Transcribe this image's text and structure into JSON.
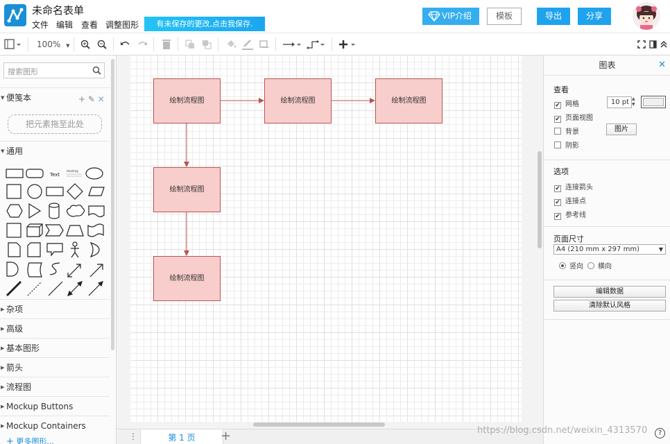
{
  "app": {
    "title": "未命名表单"
  },
  "menu": {
    "file": "文件",
    "edit": "编辑",
    "view": "查看",
    "arrange": "调整图形"
  },
  "header": {
    "unsaved_banner": "有未保存的更改,点击我保存.",
    "vip_button": "VIP介绍",
    "template_button": "模板",
    "export_button": "导出",
    "share_button": "分享"
  },
  "toolbar": {
    "zoom": "100%"
  },
  "sidebar": {
    "search_placeholder": "搜索图形",
    "scratchpad": "便笺本",
    "dropzone": "把元素拖至此处",
    "general": "通用",
    "shape_text": "Text",
    "shape_heading": "Heading",
    "sections": [
      "杂项",
      "高级",
      "基本图形",
      "箭头",
      "流程图",
      "Mockup Buttons",
      "Mockup Containers"
    ],
    "more_shapes": "更多图形..."
  },
  "canvas": {
    "nodes": [
      "绘制流程图",
      "绘制流程图",
      "绘制流程图",
      "绘制流程图",
      "绘制流程图"
    ]
  },
  "bottom": {
    "page_tab": "第 1 页"
  },
  "panel": {
    "title": "图表",
    "view_heading": "查看",
    "grid": "网格",
    "grid_size": "10 pt",
    "page_view": "页面视图",
    "background": "背景",
    "image_button": "图片",
    "shadow": "阴影",
    "options_heading": "选项",
    "connection_arrows": "连接箭头",
    "connection_points": "连接点",
    "guides": "参考线",
    "paper_heading": "页面尺寸",
    "paper_size": "A4 (210 mm x 297 mm)",
    "portrait": "竖向",
    "landscape": "横向",
    "edit_data_button": "编辑数据",
    "clear_style_button": "清除默认风格"
  },
  "watermark": "https://blog.csdn.net/weixin_4313570",
  "colors": {
    "accent": "#1fa3ee",
    "node_fill": "#f8cecc",
    "node_stroke": "#b85450"
  }
}
